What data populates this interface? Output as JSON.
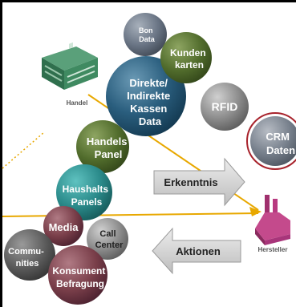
{
  "bubbles": {
    "bon_data": [
      "Bon",
      "Data"
    ],
    "kundenkarten": [
      "Kunden",
      "karten"
    ],
    "kassen_data": [
      "Direkte/",
      "Indirekte",
      "Kassen",
      "Data"
    ],
    "rfid": [
      "RFID"
    ],
    "crm_daten": [
      "CRM",
      "Daten"
    ],
    "handels_panel": [
      "Handels",
      "Panel"
    ],
    "haushalts_panels": [
      "Haushalts",
      "Panels"
    ],
    "media": [
      "Media"
    ],
    "call_center": [
      "Call",
      "Center"
    ],
    "communities": [
      "Commu-",
      "nities"
    ],
    "konsument_befragung": [
      "Konsument",
      "Befragung"
    ]
  },
  "icons": {
    "handel": "store-building-icon",
    "hersteller": "factory-icon"
  },
  "labels": {
    "handel": "Handel",
    "hersteller": "Hersteller"
  },
  "arrows": {
    "erkenntnis": "Erkenntnis",
    "aktionen": "Aktionen"
  },
  "colors": {
    "gold_line": "#e8a800",
    "dark_blue": "#1f4e6b",
    "olive_green": "#4f6a2a",
    "teal": "#2a8a8a",
    "maroon": "#7a3f4a",
    "grey_dark": "#5a5a5a",
    "grey_light": "#8a8a8a",
    "crm_red": "#a8232c",
    "arrow_grey": "#c8c8c8"
  }
}
